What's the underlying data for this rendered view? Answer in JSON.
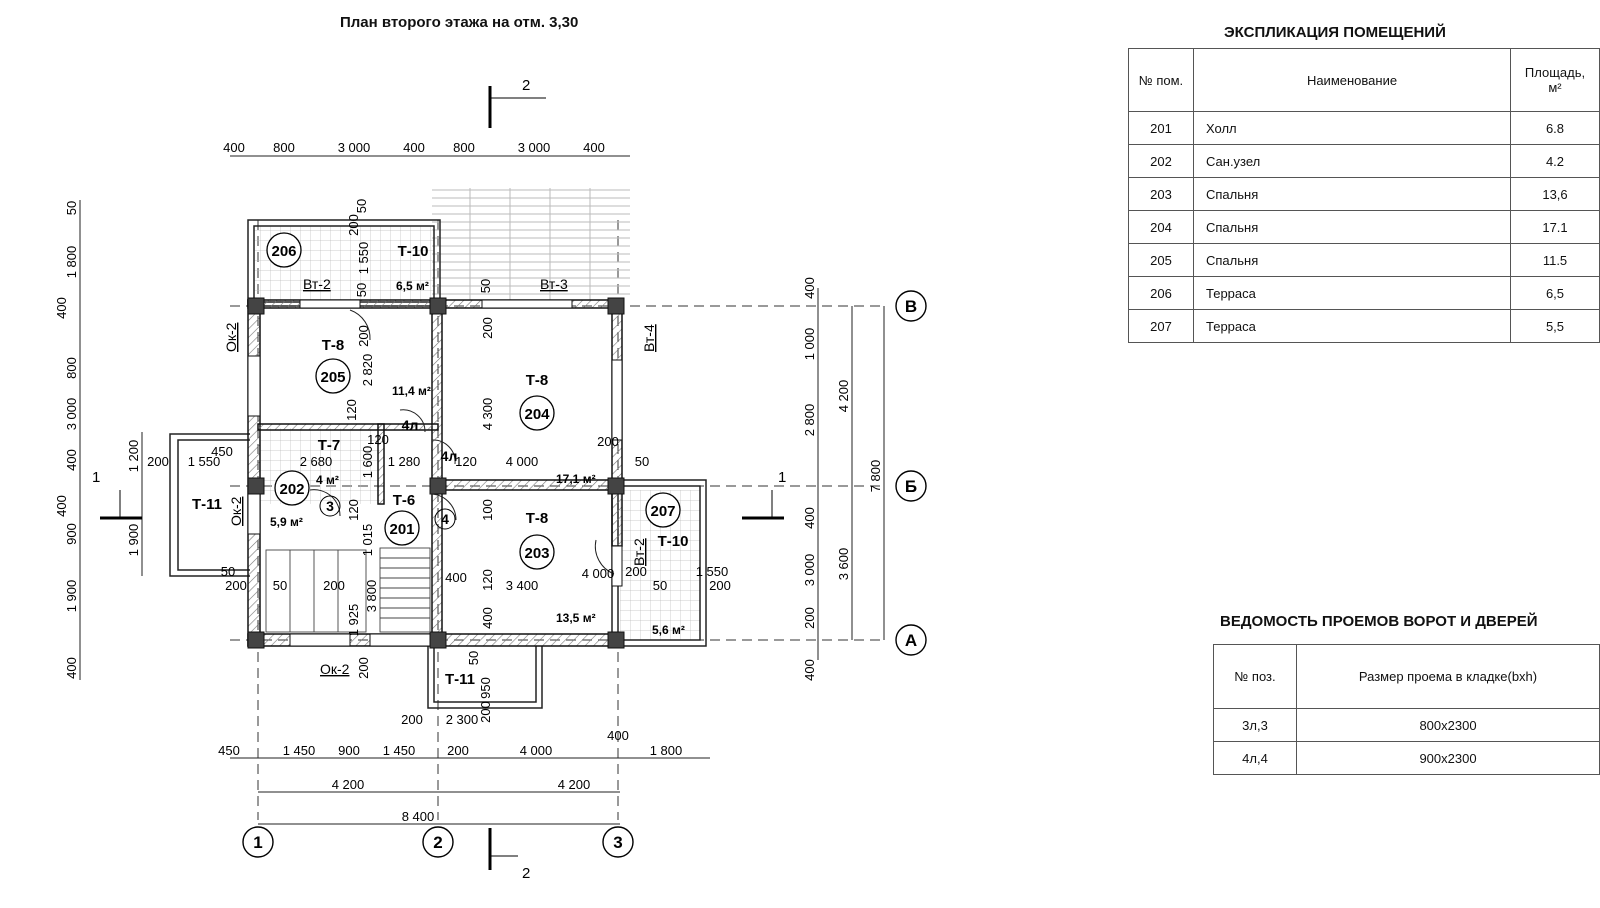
{
  "plan_title": "План второго этажа на отм. 3,30",
  "explication": {
    "title": "ЭКСПЛИКАЦИЯ ПОМЕЩЕНИЙ",
    "headers": [
      "№ пом.",
      "Наименование",
      "Площадь, м²"
    ],
    "rows": [
      [
        "201",
        "Холл",
        "6.8"
      ],
      [
        "202",
        "Сан.узел",
        "4.2"
      ],
      [
        "203",
        "Спальня",
        "13,6"
      ],
      [
        "204",
        "Спальня",
        "17.1"
      ],
      [
        "205",
        "Спальня",
        "11.5"
      ],
      [
        "206",
        "Терраса",
        "6,5"
      ],
      [
        "207",
        "Терраса",
        "5,5"
      ]
    ]
  },
  "openings": {
    "title": "ВЕДОМОСТЬ ПРОЕМОВ ВОРОТ И ДВЕРЕЙ",
    "headers": [
      "№ поз.",
      "Размер проема в кладке(bxh)"
    ],
    "rows": [
      [
        "3л,3",
        "800x2300"
      ],
      [
        "4л,4",
        "900x2300"
      ]
    ]
  },
  "axes": {
    "letters": [
      "В",
      "Б",
      "А"
    ],
    "numbers": [
      "1",
      "2",
      "3"
    ]
  },
  "section_marks": {
    "section_1": "1",
    "section_2": "2"
  },
  "rooms": [
    {
      "number": "206",
      "floor": "Т-10",
      "area": "6,5 м²"
    },
    {
      "number": "205",
      "floor": "Т-8",
      "area": "11,4 м²"
    },
    {
      "number": "204",
      "floor": "Т-8",
      "area": "17,1 м²"
    },
    {
      "number": "202",
      "floor": "Т-7",
      "area": "4 м²"
    },
    {
      "number": "201",
      "floor": "Т-6",
      "area": "5,9 м²"
    },
    {
      "number": "203",
      "floor": "Т-8",
      "area": "13,5 м²"
    },
    {
      "number": "207",
      "floor": "Т-10",
      "area": "5,6 м²"
    }
  ],
  "other_floor_labels": [
    "Т-11",
    "Т-11"
  ],
  "element_labels": [
    "Вт-2",
    "Вт-3",
    "Ок-2",
    "Вт-4",
    "Ок-2",
    "Вт-2",
    "Ок-2"
  ],
  "door_marks": [
    "4л",
    "4л",
    "3",
    "4"
  ],
  "dimensions": {
    "top": [
      "400",
      "800",
      "3 000",
      "400",
      "800",
      "3 000",
      "400"
    ],
    "bottom_chain": [
      "450",
      "1 450",
      "900",
      "1 450",
      "200",
      "4 000",
      "1 800"
    ],
    "bottom_axes": [
      "4 200",
      "4 200"
    ],
    "bottom_total": "8 400",
    "bottom_extra": [
      "400",
      "200",
      "2 300"
    ],
    "left": [
      "50",
      "1 800",
      "400",
      "800",
      "3 000",
      "400",
      "400",
      "900",
      "1 900",
      "400"
    ],
    "left_extra": [
      "1 200",
      "1 900"
    ],
    "right_chain": [
      "400",
      "1 000",
      "2 800",
      "400",
      "3 000",
      "200",
      "400"
    ],
    "right_axes": [
      "4 200",
      "3 600"
    ],
    "right_total": "7 800",
    "interior": [
      "200",
      "50",
      "1 550",
      "50",
      "50",
      "200",
      "2 820",
      "120",
      "200",
      "4 300",
      "200",
      "120",
      "1 600",
      "2 680",
      "1 280",
      "120",
      "4 000",
      "50",
      "450",
      "200",
      "1 550",
      "100",
      "120",
      "1 015",
      "120",
      "3 400",
      "4 000",
      "200",
      "50",
      "1 550",
      "200",
      "50",
      "200",
      "50",
      "200",
      "3 800",
      "1 925",
      "400",
      "400",
      "200",
      "50",
      "950",
      "200"
    ]
  }
}
